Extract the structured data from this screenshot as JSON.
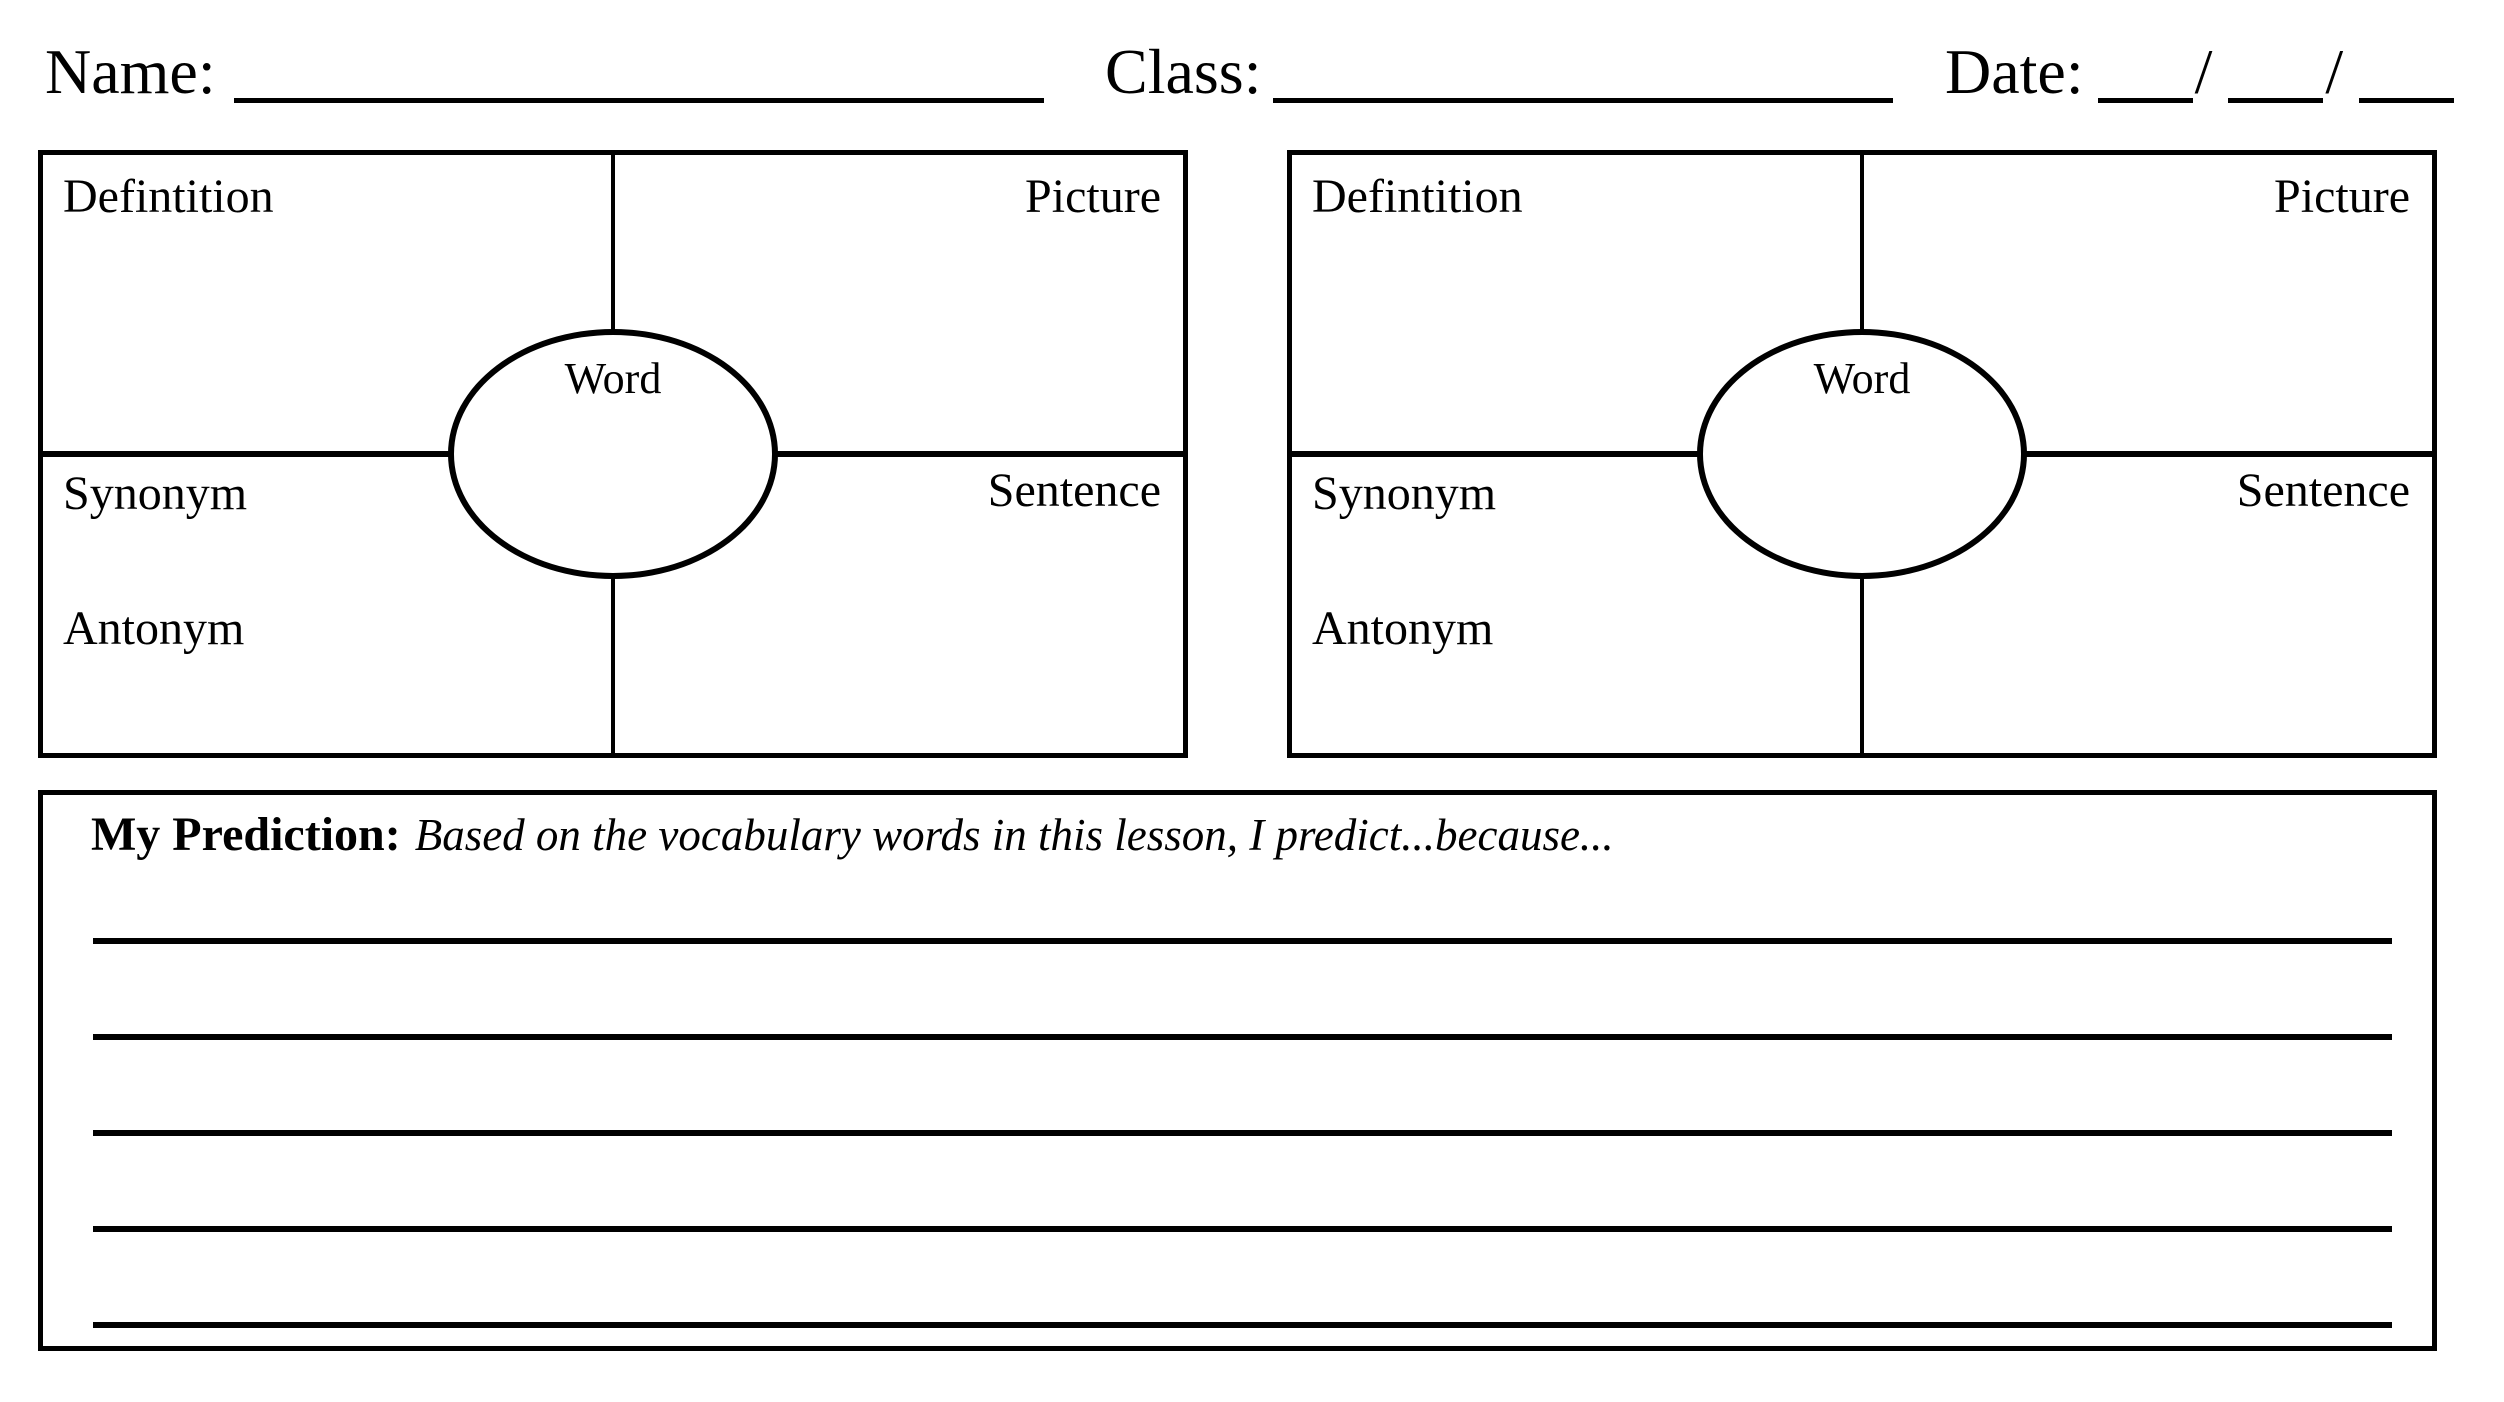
{
  "page": {
    "paper_color": "#ffffff",
    "ink_color": "#000000"
  },
  "header": {
    "name_label": "Name:",
    "class_label": "Class:",
    "date_label": "Date:",
    "date_separator": "/"
  },
  "word_maps": [
    {
      "definition_label": "Defintition",
      "picture_label": "Picture",
      "synonym_label": "Synonym",
      "antonym_label": "Antonym",
      "sentence_label": "Sentence",
      "word_label": "Word"
    },
    {
      "definition_label": "Defintition",
      "picture_label": "Picture",
      "synonym_label": "Synonym",
      "antonym_label": "Antonym",
      "sentence_label": "Sentence",
      "word_label": "Word"
    }
  ],
  "prediction": {
    "title": "My Prediction:",
    "prompt": "Based on the vocabulary words in this lesson, I predict...because...",
    "line_count": 5
  }
}
